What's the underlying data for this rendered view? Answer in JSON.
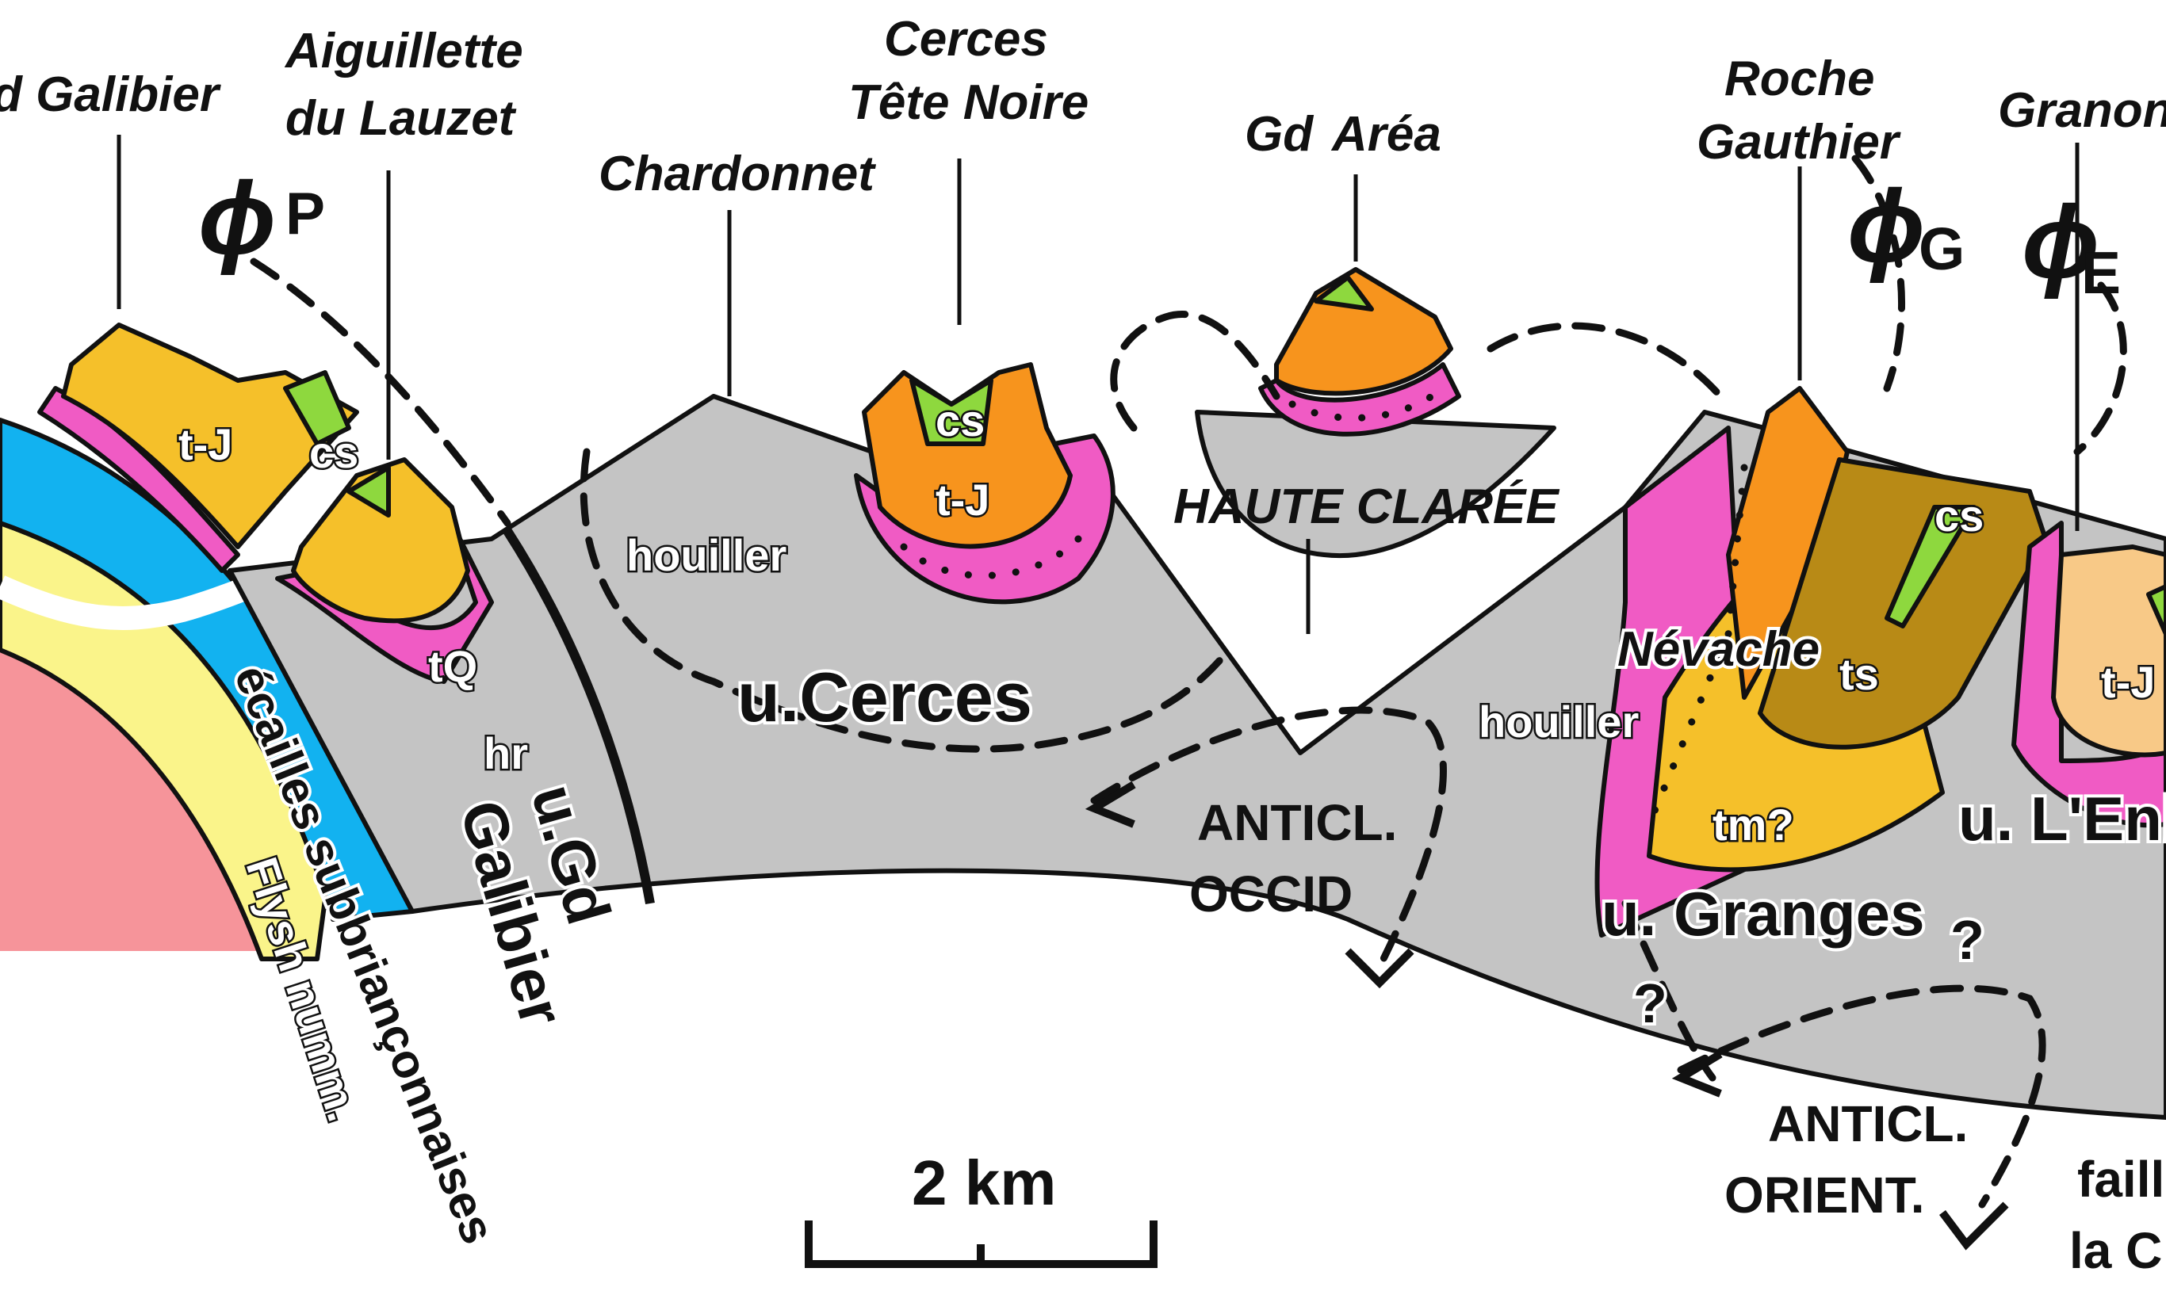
{
  "peaks": {
    "galibier": "d Galibier",
    "aiguillette_1": "Aiguillette",
    "aiguillette_2": "du Lauzet",
    "chardonnet": "Chardonnet",
    "cerces_1": "Cerces",
    "cerces_2": "Tête Noire",
    "grand_area_gd": "Gd",
    "grand_area": "Aréa",
    "haute_claree": "HAUTE CLARÉE",
    "roche_1": "Roche",
    "roche_2": "Gauthier",
    "granon": "Granon"
  },
  "faults": {
    "phi": "ϕ",
    "p": "P",
    "g": "G",
    "e": "E"
  },
  "units": {
    "tj": "t-J",
    "cs": "cs",
    "tq": "tQ",
    "hr": "hr",
    "houiller": "houiller",
    "ts": "ts",
    "tm": "tm?",
    "u_cerces": "u.Cerces",
    "u_gd": "u.Gd",
    "galibier": "Galibier",
    "nevache": "Névache",
    "u_granges": "u. Granges",
    "u_lenb": "u. L'Enb",
    "q": "?"
  },
  "left_labels": {
    "ecailles": "écailles subbriançonnaises",
    "flysch": "Flysh numm."
  },
  "anticlines": {
    "occid_1": "ANTICL.",
    "occid_2": "OCCID",
    "orient_1": "ANTICL.",
    "orient_2": "ORIENT."
  },
  "faille": {
    "line1": "faill",
    "line2": "la C"
  },
  "scale": {
    "label": "2 km"
  },
  "colors": {
    "houiller_gray": "#c4c4c4",
    "trias_yellow": "#f5c02a",
    "orange": "#f7941d",
    "pink": "#f05bc4",
    "light_green": "#8ed83e",
    "brown": "#b88a16",
    "light_orange": "#f8c987",
    "blue": "#12b2f0",
    "pale_yellow": "#faf48a",
    "salmon": "#f6949a"
  }
}
